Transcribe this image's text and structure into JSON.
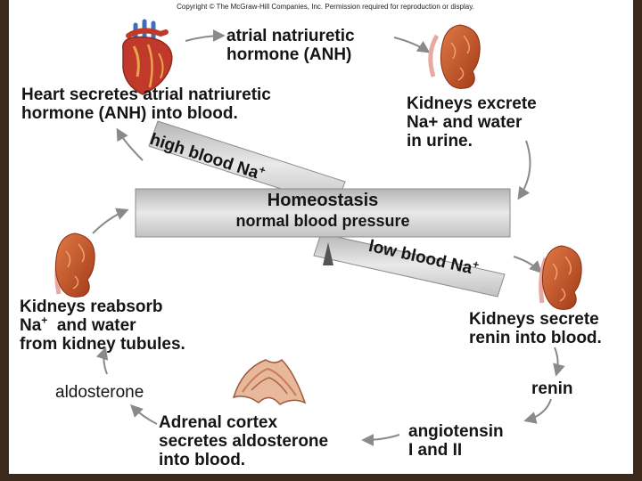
{
  "copyright": "Copyright © The McGraw-Hill Companies, Inc. Permission required for reproduction or display.",
  "center": {
    "title": "Homeostasis",
    "subtitle": "normal blood pressure"
  },
  "high_band": {
    "text": "high blood Na",
    "sup": "+"
  },
  "low_band": {
    "text": "low blood Na",
    "sup": "+"
  },
  "labels": {
    "anh_hormone": [
      "atrial natriuretic",
      "hormone (ANH)"
    ],
    "heart_secretes": [
      "Heart secretes atrial natriuretic",
      "hormone (ANH) into blood."
    ],
    "kidneys_excrete": [
      "Kidneys excrete",
      "Na+  and water",
      "in urine."
    ],
    "kidneys_reabsorb": {
      "line1": "Kidneys reabsorb",
      "line2_pre": "Na",
      "line2_sup": "+",
      "line2_post": "  and water",
      "line3": "from kidney tubules."
    },
    "kidneys_secrete": [
      "Kidneys secrete",
      "renin into blood."
    ],
    "renin": "renin",
    "angiotensin": [
      "angiotensin",
      "I and II"
    ],
    "adrenal": [
      "Adrenal cortex",
      "secretes aldosterone",
      "into blood."
    ],
    "aldosterone": "aldosterone"
  },
  "colors": {
    "band_fill": "#dcdcdc",
    "band_edge": "#8c8c8c",
    "arrow": "#8a8a8a",
    "kidney": "#c24a22",
    "heart": "#c0392b",
    "frame": "#3b2a1c"
  }
}
